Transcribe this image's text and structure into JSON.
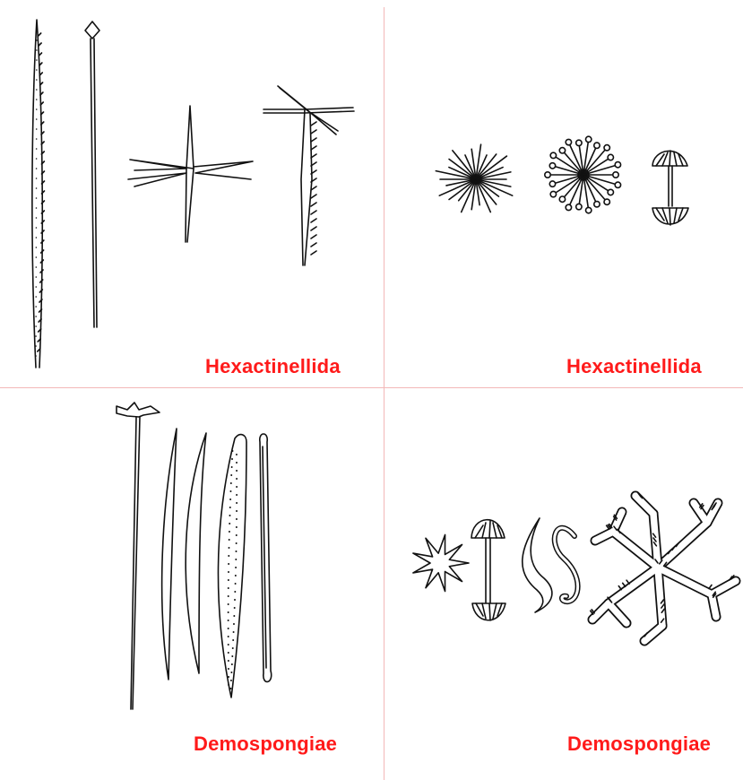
{
  "panels": [
    {
      "label": "Hexactinellida",
      "label_color": "#ff1a1a"
    },
    {
      "label": "Hexactinellida",
      "label_color": "#ff1a1a"
    },
    {
      "label": "Demospongiae",
      "label_color": "#ff1a1a"
    },
    {
      "label": "Demospongiae",
      "label_color": "#ff1a1a"
    }
  ],
  "divider_color": "#f3b8b8",
  "illustrations": [
    "spiny-oxea-spicule",
    "pinhead-spicule",
    "hexactine-spicule",
    "pinule-spicule",
    "oxyhexaster-spicule",
    "discohexaster-spicule",
    "amphidisc-spicule",
    "tylostyle-spicule",
    "curved-oxea-spicule",
    "fusiform-oxea-spicule",
    "acanthoxea-spicule",
    "strongyle-spicule",
    "aster-spicule",
    "birotule-spicule",
    "sigma-spicule",
    "sigmaspire-spicule",
    "desma-spicule"
  ]
}
